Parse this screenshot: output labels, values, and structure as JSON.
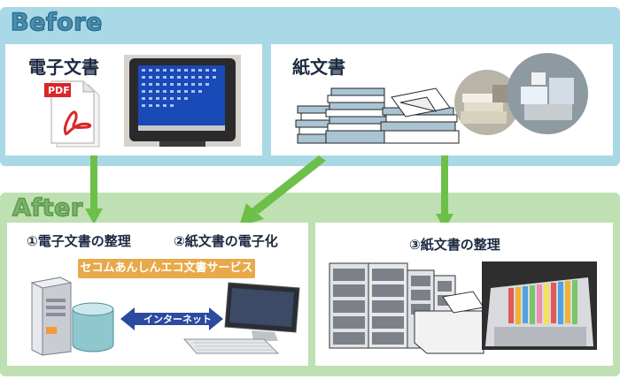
{
  "before": {
    "label": "Before"
  },
  "after": {
    "label": "After"
  },
  "panels": {
    "edoc_title": "電子文書",
    "paper_title": "紙文書",
    "step1": "①電子文書の整理",
    "step2": "②紙文書の電子化",
    "step3": "③紙文書の整理"
  },
  "service_banner": "セコムあんしんエコ文書サービス",
  "network_label": "インターネット",
  "pdf_icon_label": "PDF",
  "colors": {
    "before_band": "#a9d9e6",
    "after_band": "#bfe0b2",
    "arrow": "#6cc04a",
    "service": "#e8a94a",
    "network_arrow": "#2b4aa0"
  }
}
